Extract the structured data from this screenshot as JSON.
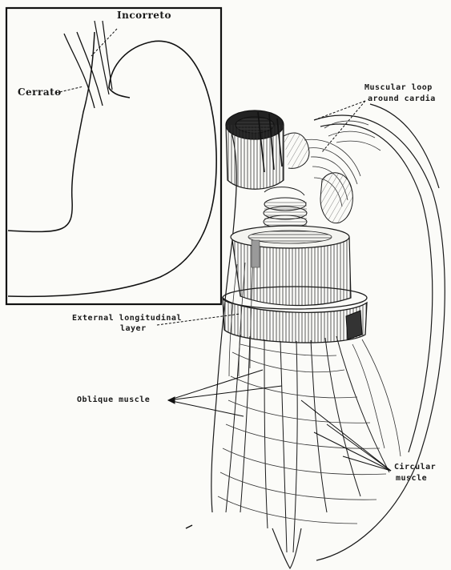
{
  "inset": {
    "label_top": "Incorreto",
    "label_left": "Cerrato"
  },
  "labels": {
    "muscular_loop_1": "Muscular loop",
    "muscular_loop_2": "around cardia",
    "external_longitudinal_1": "External longitudinal",
    "external_longitudinal_2": "layer",
    "oblique_muscle": "Oblique  muscle",
    "circular_muscle_1": "Circular",
    "circular_muscle_2": "muscle"
  },
  "colors": {
    "ink": "#1a1a1a",
    "paper": "#fbfbf8"
  }
}
